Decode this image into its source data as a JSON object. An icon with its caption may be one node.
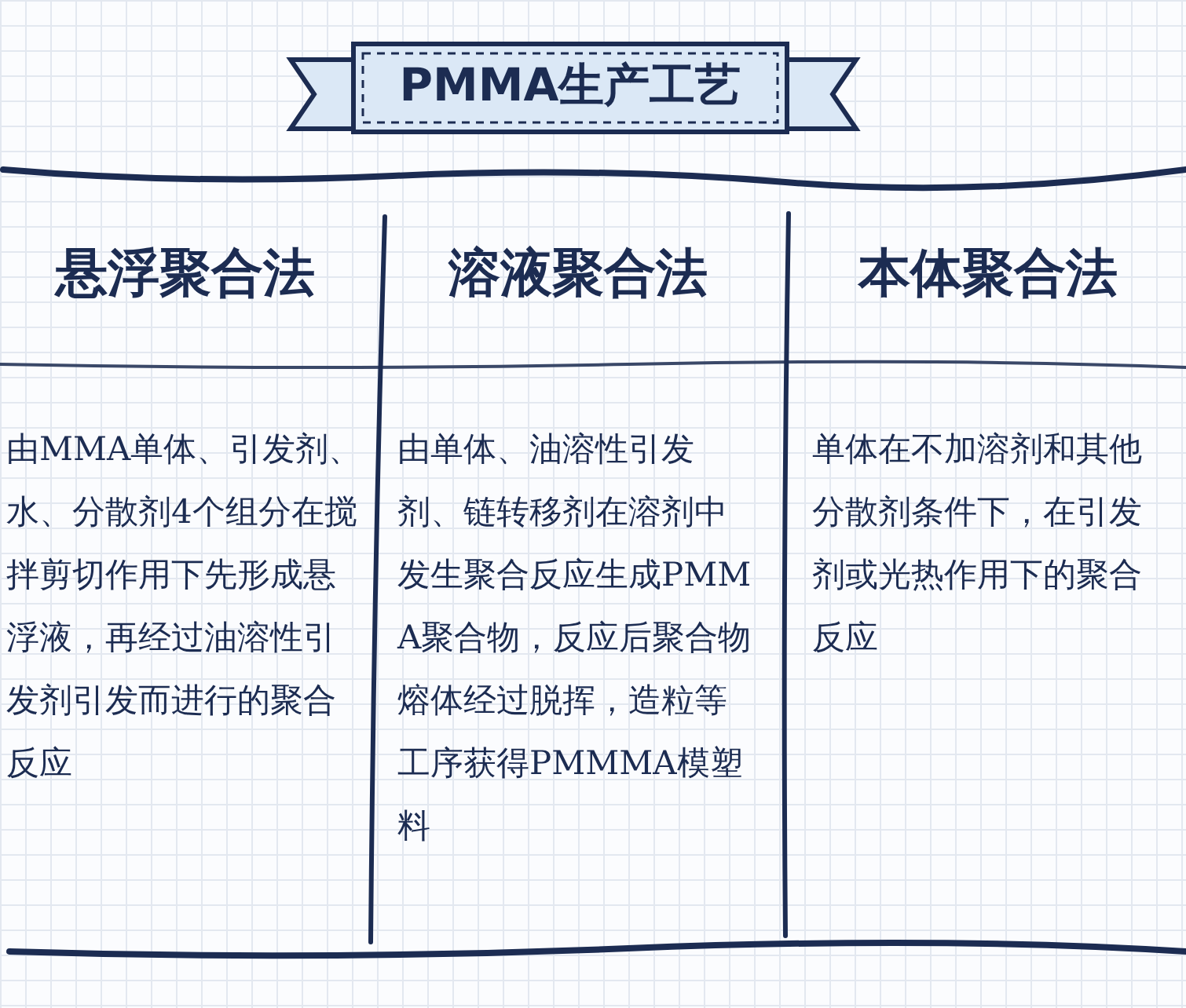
{
  "diagram": {
    "title": "PMMA生产工艺",
    "labels": [
      "悬浮聚合法",
      "溶液聚合法",
      "本体聚合法",
      "由MMA单体、引发剂、水、分散剂4个组分在搅拌剪切作用下先形成悬浮液，再经过油溶性引发剂引发而进行的聚合反应",
      "由单体、油溶性引发剂、链转移剂在溶剂中发生聚合反应生成PMMA聚合物，反应后聚合物熔体经过脱挥，造粒等工序获得PMMMA模塑料",
      "单体在不加溶剂和其他分散剂条件下，在引发剂或光热作用下的聚合反应"
    ]
  }
}
